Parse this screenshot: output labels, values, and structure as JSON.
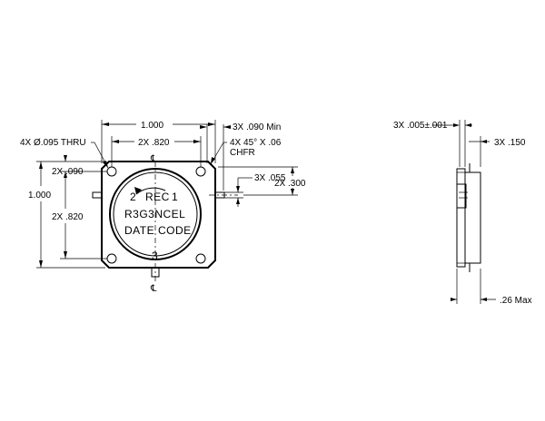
{
  "front_view": {
    "dims": {
      "width_overall": "1.000",
      "hole_spacing_x": "2X .820",
      "hole_dia": "4X Ø.095 THRU",
      "tab_width": "3X .090 Min",
      "chamfer_line1": "4X 45° X .06",
      "chamfer_line2": "CHFR",
      "hole_edge_offset": "2X .090",
      "height_overall": "1.000",
      "hole_spacing_y": "2X .820",
      "tab_thickness": "3X .055",
      "tab_offset": "2X .300"
    },
    "centerline_symbol": "℄",
    "label": {
      "port_left": "2",
      "rec": "REC",
      "port_right": "1",
      "part_number": "R3G3NCEL",
      "date_code": "DATE CODE",
      "port_bottom": "3"
    }
  },
  "side_view": {
    "dims": {
      "tab_flatness": "3X .005±.001",
      "tab_length": "3X .150",
      "max_height": ".26 Max"
    }
  }
}
